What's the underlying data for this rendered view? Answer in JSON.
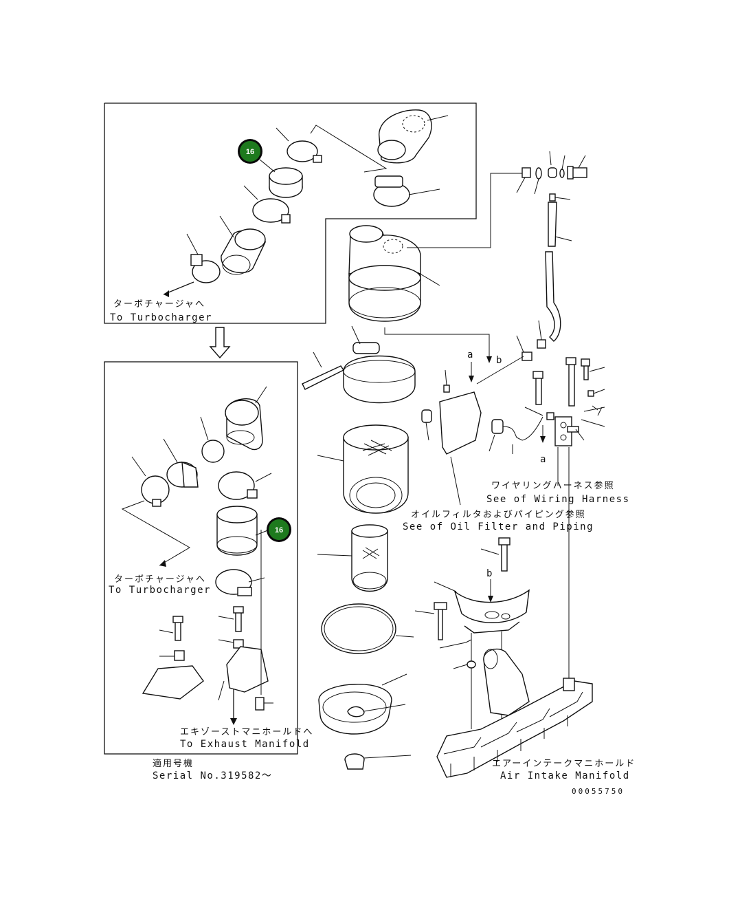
{
  "labels": {
    "turbo_jp_top": "ターボチャージャへ",
    "turbo_en_top": "To Turbocharger",
    "turbo_jp_bottom": "ターボチャージャへ",
    "turbo_en_bottom": "To Turbocharger",
    "exhaust_jp": "エキゾーストマニホールドへ",
    "exhaust_en": "To Exhaust Manifold",
    "serial_jp": "適用号機",
    "serial_en": "Serial No.319582〜",
    "wiring_jp": "ワイヤリングハーネス参照",
    "wiring_en": "See of Wiring Harness",
    "oil_jp": "オイルフィルタおよびパイピング参照",
    "oil_en": "See of Oil Filter and Piping",
    "intake_jp": "エアーインテークマニホールド",
    "intake_en": "Air Intake Manifold",
    "drawing_no": "00055750",
    "ref_a1": "a",
    "ref_b1": "b",
    "ref_a2": "a",
    "ref_b2": "b"
  },
  "badges": [
    {
      "text": "16",
      "color": "#1e7a1e"
    },
    {
      "text": "16",
      "color": "#1e7a1e"
    }
  ],
  "colors": {
    "badge_fill": "#1e7a1e",
    "badge_ring": "#0a0a0a"
  }
}
